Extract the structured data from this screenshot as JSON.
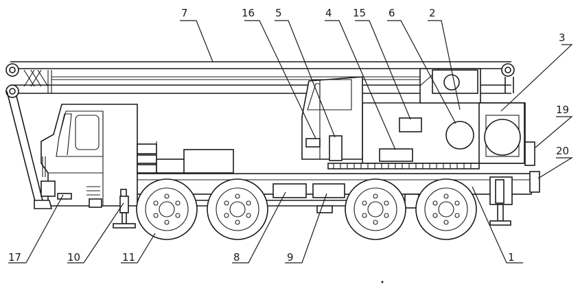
{
  "labels": [
    "1",
    "2",
    "3",
    "4",
    "5",
    "6",
    "7",
    "8",
    "9",
    "10",
    "11",
    "15",
    "16",
    "17",
    "19",
    "20"
  ]
}
